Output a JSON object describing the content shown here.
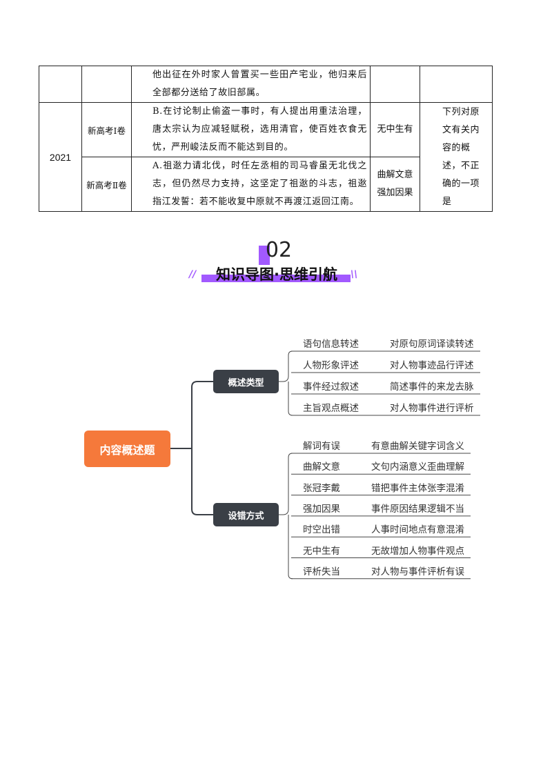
{
  "table": {
    "top_row": {
      "content": "他出征在外时家人曾置买一些田产宅业，他归来后全部都分送给了故旧部属。"
    },
    "year": "2021",
    "rows": [
      {
        "paper": "新高考Ⅰ卷",
        "content": "B.在讨论制止偷盗一事时，有人提出用重法治理，唐太宗认为应减轻赋税，选用清官，使百姓衣食无忧，严刑峻法反而不能达到目的。",
        "type": "无中生有"
      },
      {
        "paper": "新高考Ⅱ卷",
        "content": "A.祖逖力请北伐，时任左丞相的司马睿虽无北伐之志，但仍然尽力支持，这坚定了祖逖的斗志，祖逖指江发誓：若不能收复中原就不再渡江返回江南。",
        "type": "曲解文意强加因果"
      }
    ],
    "question": "下列对原文有关内容的概述，不正确的一项是"
  },
  "section": {
    "number": "02",
    "title": "知识导图·思维引航",
    "accent_color": "#a259ff"
  },
  "mindmap": {
    "root": "内容概述题",
    "root_color": "#f5793b",
    "node_color": "#3a3f46",
    "categories": [
      {
        "label": "概述类型",
        "items": [
          {
            "name": "语句信息转述",
            "desc": "对原句原词译读转述"
          },
          {
            "name": "人物形象评述",
            "desc": "对人物事迹品行评述"
          },
          {
            "name": "事件经过叙述",
            "desc": "简述事件的来龙去脉"
          },
          {
            "name": "主旨观点概述",
            "desc": "对人物事件进行评析"
          }
        ]
      },
      {
        "label": "设错方式",
        "items": [
          {
            "name": "解词有误",
            "desc": "有意曲解关键字词含义"
          },
          {
            "name": "曲解文意",
            "desc": "文句内涵意义歪曲理解"
          },
          {
            "name": "张冠李戴",
            "desc": "错把事件主体张李混淆"
          },
          {
            "name": "强加因果",
            "desc": "事件原因结果逻辑不当"
          },
          {
            "name": "时空出错",
            "desc": "人事时间地点有意混淆"
          },
          {
            "name": "无中生有",
            "desc": "无故增加人物事件观点"
          },
          {
            "name": "评析失当",
            "desc": "对人物与事件评析有误"
          }
        ]
      }
    ]
  }
}
